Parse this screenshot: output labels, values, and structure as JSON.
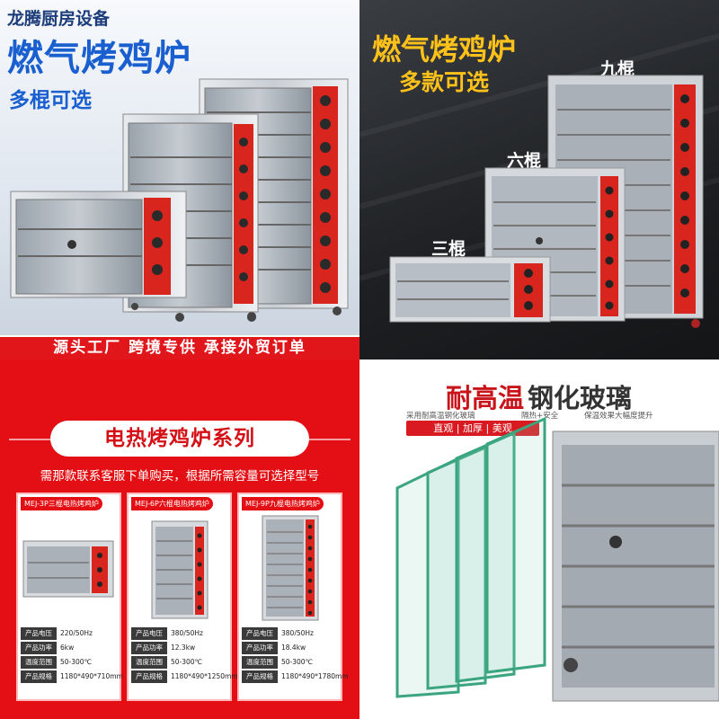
{
  "top_left": {
    "brand": "龙腾厨房设备",
    "title": "燃气烤鸡炉",
    "subtitle": "多棍可选",
    "ribbon": "源头工厂  跨境专供  承接外贸订单"
  },
  "top_right": {
    "title": "燃气烤鸡炉",
    "subtitle": "多款可选",
    "labels": {
      "nine": "九棍",
      "six": "六棍",
      "three": "三棍"
    }
  },
  "bottom_left": {
    "heading": "电热烤鸡炉系列",
    "note": "需那款联系客服下单购买，根据所需容量可选择型号",
    "products": [
      {
        "tag": "MEJ-3P三棍电热烤鸡炉",
        "specs": [
          {
            "k": "产品电压",
            "v": "220/50Hz"
          },
          {
            "k": "产品功率",
            "v": "6kw"
          },
          {
            "k": "温度范围",
            "v": "50-300℃"
          },
          {
            "k": "产品规格",
            "v": "1180*490*710mm"
          }
        ]
      },
      {
        "tag": "MEJ-6P六棍电热烤鸡炉",
        "specs": [
          {
            "k": "产品电压",
            "v": "380/50Hz"
          },
          {
            "k": "产品功率",
            "v": "12.3kw"
          },
          {
            "k": "温度范围",
            "v": "50-300℃"
          },
          {
            "k": "产品规格",
            "v": "1180*490*1250mm"
          }
        ]
      },
      {
        "tag": "MEJ-9P九棍电热烤鸡炉",
        "specs": [
          {
            "k": "产品电压",
            "v": "380/50Hz"
          },
          {
            "k": "产品功率",
            "v": "18.4kw"
          },
          {
            "k": "温度范围",
            "v": "50-300℃"
          },
          {
            "k": "产品规格",
            "v": "1180*490*1780mm"
          }
        ]
      }
    ]
  },
  "bottom_right": {
    "title_red": "耐高温",
    "title_dark": "钢化玻璃",
    "captions": [
      "采用耐高温钢化玻璃",
      "隔热+安全",
      "保温效果大幅度提升"
    ],
    "pill": "直观 | 加厚 | 美观"
  },
  "colors": {
    "blue_title": "#1a5fd0",
    "gold": "#ffc21a",
    "red": "#e40f14",
    "knob_panel": "#d8261e"
  }
}
